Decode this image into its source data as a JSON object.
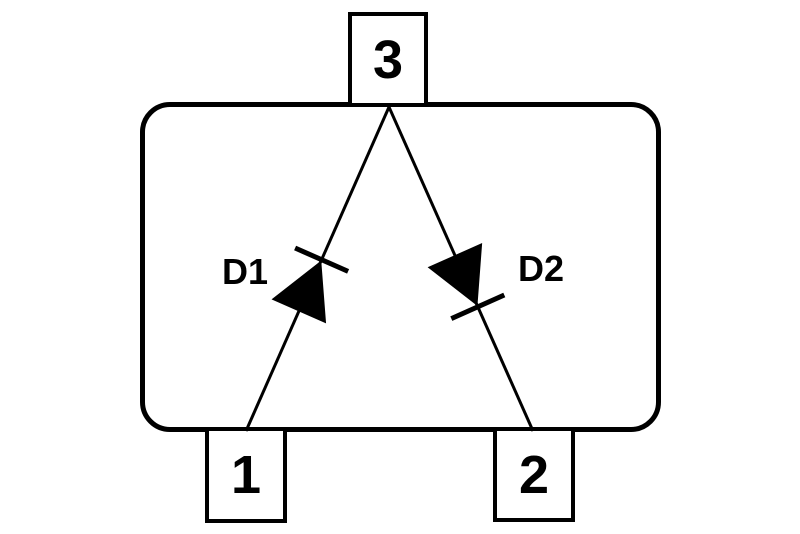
{
  "diagram": {
    "background_color": "#ffffff",
    "ink_color": "#000000",
    "package": {
      "pins": [
        {
          "id": "pin3",
          "label": "3",
          "position": "top-center"
        },
        {
          "id": "pin1",
          "label": "1",
          "position": "bottom-left"
        },
        {
          "id": "pin2",
          "label": "2",
          "position": "bottom-right"
        }
      ]
    },
    "diodes": [
      {
        "label": "D1",
        "anode_pin": "1",
        "cathode_pin": "3"
      },
      {
        "label": "D2",
        "anode_pin": "3",
        "cathode_pin": "2"
      }
    ]
  }
}
